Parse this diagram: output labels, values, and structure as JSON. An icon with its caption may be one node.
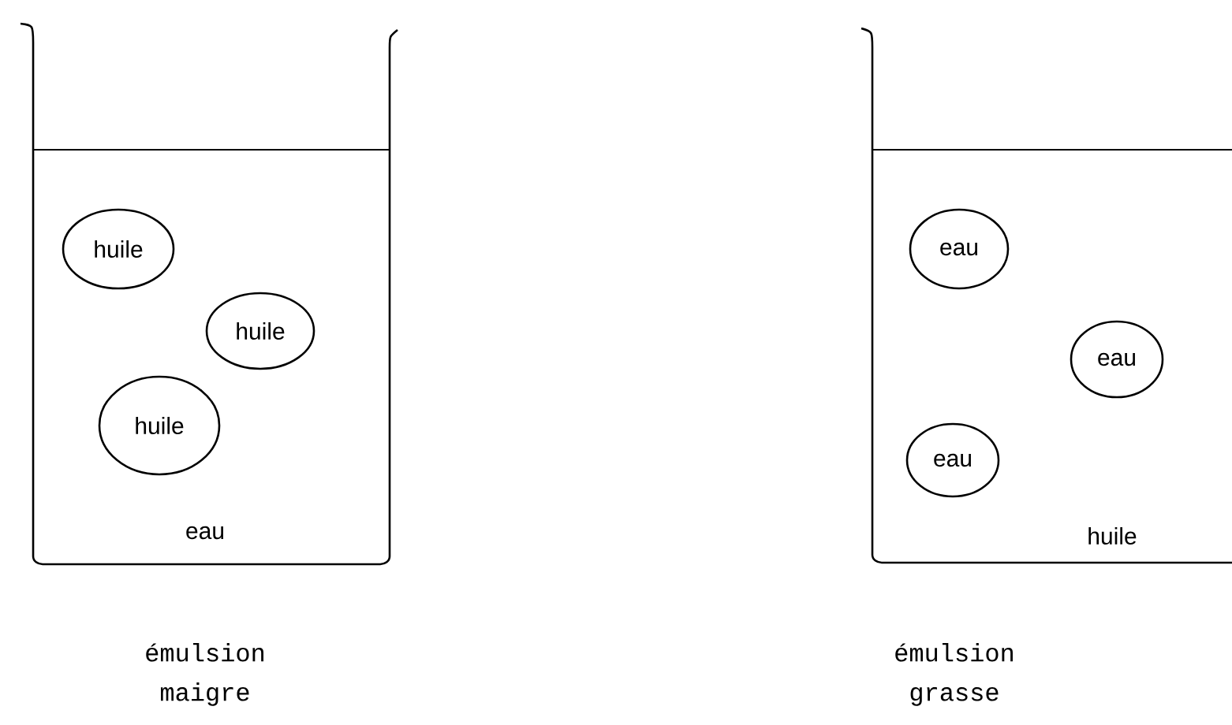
{
  "diagram": {
    "nodes": [
      {
        "text": [
          "eau"
        ],
        "beside": [
          "émulsion maigre"
        ]
      },
      {
        "text": [
          "huile"
        ],
        "in": 0
      },
      {
        "text": [
          "huile"
        ],
        "in": 0
      },
      {
        "text": [
          "huile"
        ],
        "in": 0
      },
      {
        "text": [
          "huile"
        ],
        "beside": [
          "émulsion grasse"
        ]
      },
      {
        "text": [
          "eau"
        ],
        "in": 4
      },
      {
        "text": [
          "eau"
        ],
        "in": 4
      },
      {
        "text": [
          "eau"
        ],
        "in": 4
      }
    ]
  }
}
